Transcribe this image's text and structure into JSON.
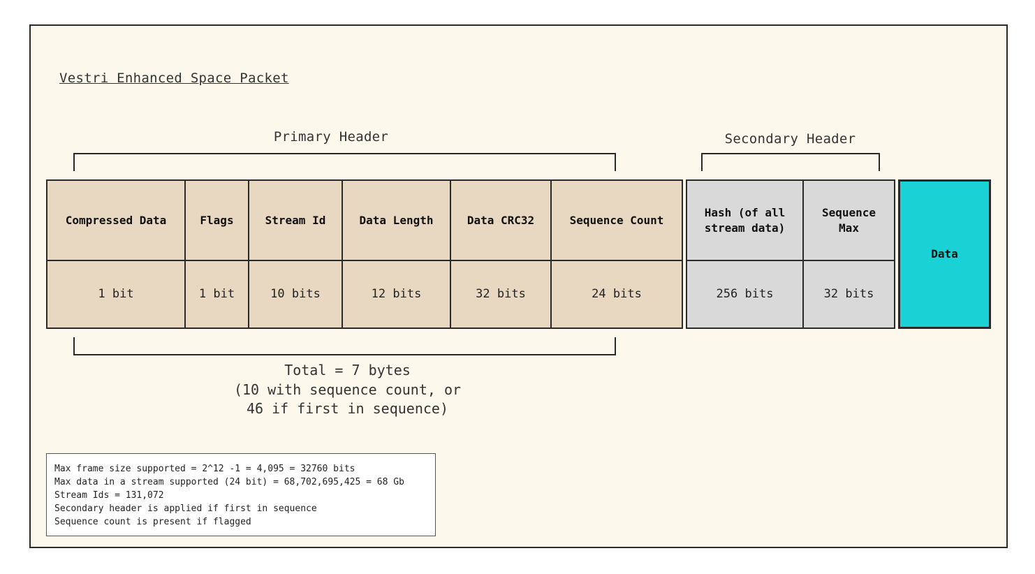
{
  "title": "Vestri Enhanced Space Packet",
  "primary_header": {
    "label": "Primary Header",
    "fields": [
      {
        "name": "Compressed Data",
        "size": "1 bit"
      },
      {
        "name": "Flags",
        "size": "1 bit"
      },
      {
        "name": "Stream Id",
        "size": "10 bits"
      },
      {
        "name": "Data Length",
        "size": "12 bits"
      },
      {
        "name": "Data CRC32",
        "size": "32 bits"
      },
      {
        "name": "Sequence Count",
        "size": "24 bits"
      }
    ]
  },
  "secondary_header": {
    "label": "Secondary Header",
    "fields": [
      {
        "name": "Hash (of all stream data)",
        "size": "256 bits"
      },
      {
        "name": "Sequence Max",
        "size": "32 bits"
      }
    ]
  },
  "data_block": {
    "label": "Data"
  },
  "total": {
    "line1": "Total = 7 bytes",
    "line2": "(10 with sequence count, or",
    "line3": "46 if first in sequence)"
  },
  "notes": [
    "Max frame size supported = 2^12 -1 = 4,095 = 32760 bits",
    "Max data in a stream supported (24 bit) = 68,702,695,425 = 68 Gb",
    "Stream Ids = 131,072",
    "Secondary header is applied if first in sequence",
    "Sequence count is present if flagged"
  ],
  "colors": {
    "background": "#fdf8ec",
    "primary": "#e8d8c2",
    "secondary": "#d9d9d9",
    "data": "#1ad1d6"
  }
}
